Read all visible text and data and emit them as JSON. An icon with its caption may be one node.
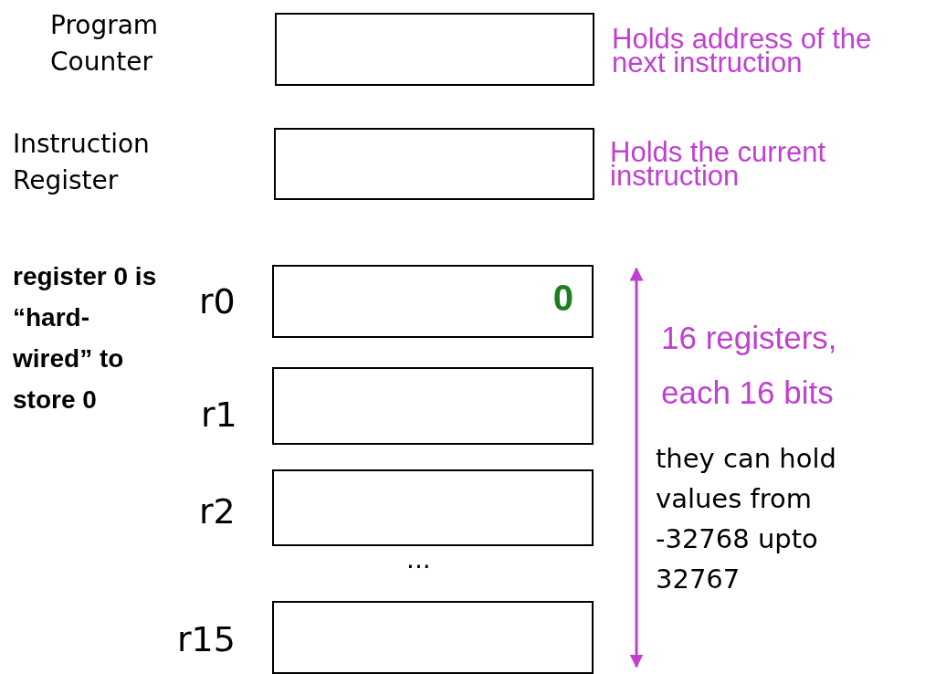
{
  "diagram": {
    "nodes": [
      {
        "text": [
          "Program Counter"
        ],
        "beside": [
          "Holds address of the next instruction"
        ]
      },
      {
        "text": [
          "Instruction Register"
        ],
        "beside": [
          "Holds the current instruction"
        ]
      },
      {
        "text": [
          "r0",
          "0"
        ]
      },
      {
        "text": [
          "r1"
        ]
      },
      {
        "text": [
          "r2"
        ]
      },
      {
        "text": [
          "r15"
        ]
      }
    ],
    "edges": [],
    "labels": [
      "register 0 is “hard-wired” to store 0",
      "...",
      "16 registers, each 16 bits",
      "they can hold values from -32768 upto 32767"
    ]
  }
}
